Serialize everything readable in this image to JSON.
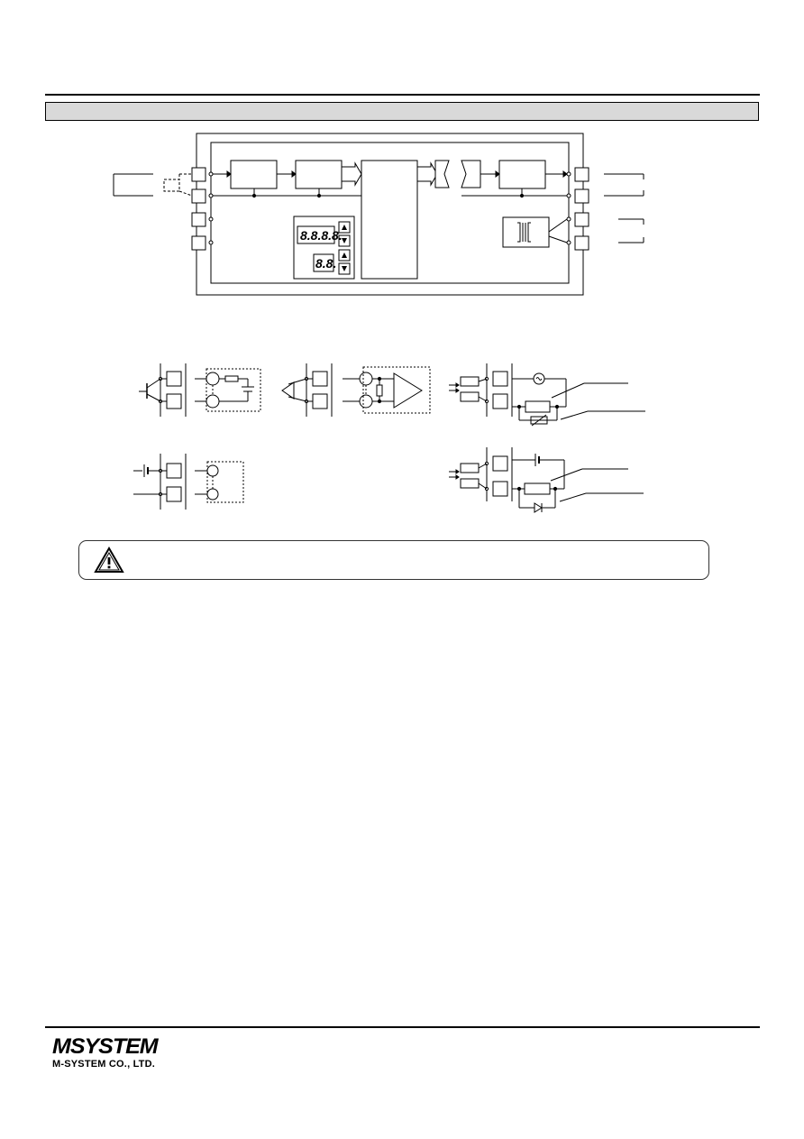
{
  "section": {
    "title": ""
  },
  "warning": {
    "icon": "warning-triangle-icon",
    "text": ""
  },
  "footer": {
    "logo_mark": "MSYSTEM",
    "company_name": "M-SYSTEM CO., LTD."
  },
  "display": {
    "main_digits": "8.8.8.8.",
    "sub_digits": "8.8."
  },
  "colors": {
    "title_bar_bg": "#d9d9d9",
    "line": "#000000"
  }
}
